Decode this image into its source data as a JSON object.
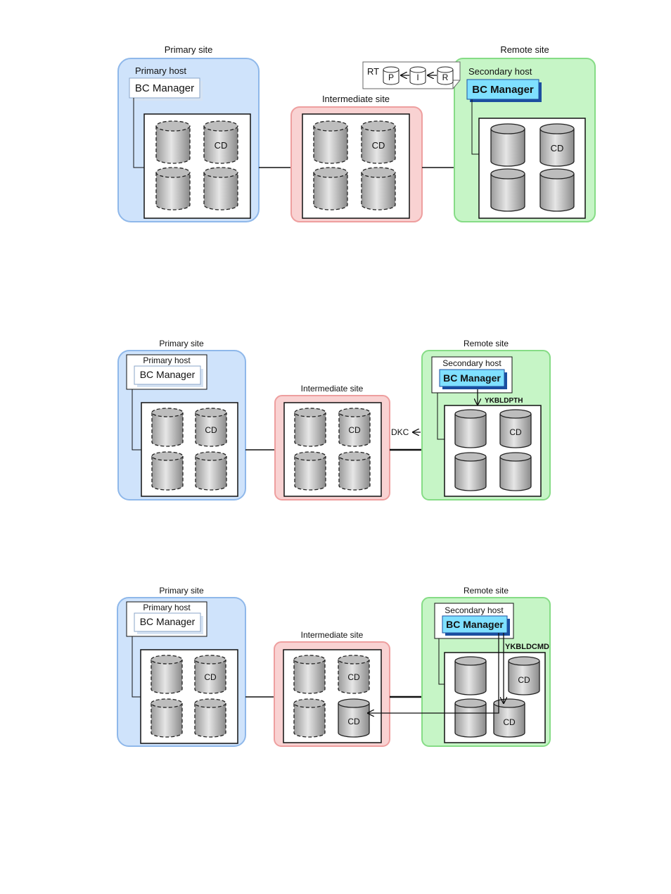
{
  "labels": {
    "primary_site": "Primary site",
    "remote_site": "Remote site",
    "intermediate_site": "Intermediate site",
    "primary_host": "Primary host",
    "secondary_host": "Secondary host",
    "bc_manager": "BC Manager",
    "cd": "CD"
  },
  "legend": {
    "rt": "RT",
    "p": "P",
    "i": "I",
    "r": "R"
  },
  "diagram2": {
    "command": "YKBLDPTH",
    "dkc": "DKC"
  },
  "diagram3": {
    "command": "YKBLDCMD"
  },
  "colors": {
    "primary_fill": "#cfe3fb",
    "primary_stroke": "#8fb8ea",
    "intermediate_fill": "#f9d2d2",
    "intermediate_stroke": "#ee9f9f",
    "remote_fill": "#c6f5c6",
    "remote_stroke": "#86dc86",
    "bc_highlight": "#7fe0ff"
  }
}
